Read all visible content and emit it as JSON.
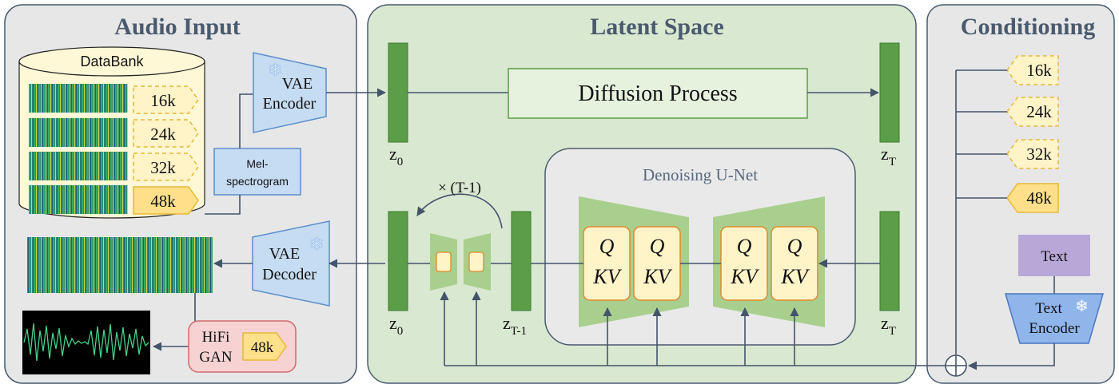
{
  "panels": {
    "audio_input": "Audio Input",
    "latent_space": "Latent Space",
    "conditioning": "Conditioning"
  },
  "databank": {
    "title": "DataBank",
    "rates": [
      "16k",
      "24k",
      "32k",
      "48k"
    ]
  },
  "mel_label_line1": "Mel-",
  "mel_label_line2": "spectrogram",
  "vae_encoder": {
    "line1": "VAE",
    "line2": "Encoder"
  },
  "vae_decoder": {
    "line1": "VAE",
    "line2": "Decoder"
  },
  "diffusion_process": "Diffusion Process",
  "denoising_unet": "Denoising U-Net",
  "repeat_label": "× (T-1)",
  "latents": {
    "z0_top": "z0",
    "zT_top": "zT",
    "z0_bottom": "z0",
    "zT1": "zT-1",
    "zT_bottom": "zT"
  },
  "qkv": {
    "q": "Q",
    "kv": "KV"
  },
  "hifigan": {
    "line1": "HiFi",
    "line2": "GAN",
    "rate": "48k"
  },
  "conditioning": {
    "rates": [
      "16k",
      "24k",
      "32k",
      "48k"
    ],
    "text": "Text",
    "text_encoder_line1": "Text",
    "text_encoder_line2": "Encoder"
  },
  "colors": {
    "panel_gray": "#e7e7e7",
    "panel_green": "#d9e8d0",
    "latent_bar": "#5c9e48",
    "tag_fill": "#fff3c8",
    "tag_selected": "#ffe08a",
    "vae_blue": "#c6dcf2",
    "text_box": "#b8a8d8",
    "text_encoder": "#8fb5ea",
    "hifigan_fill": "#f6d2d2"
  }
}
